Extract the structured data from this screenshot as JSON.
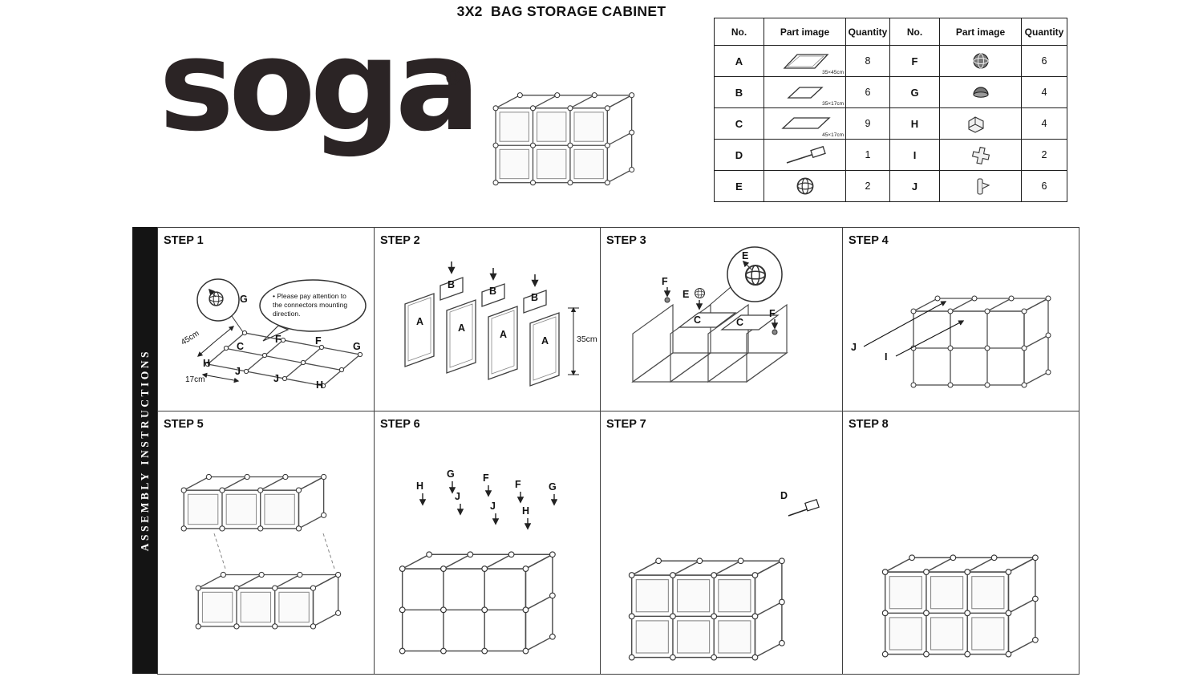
{
  "header": {
    "title": "3X2  BAG STORAGE CABINET",
    "logo_text": "soga",
    "registered_mark": "®"
  },
  "parts_table": {
    "col_headers": [
      "No.",
      "Part image",
      "Quantity",
      "No.",
      "Part image",
      "Quantity"
    ],
    "rows": [
      {
        "no_left": "A",
        "img_left": "large-side-panel",
        "dim_left": "35×45cm",
        "qty_left": "8",
        "no_right": "F",
        "img_right": "ball-connector",
        "qty_right": "6"
      },
      {
        "no_left": "B",
        "img_left": "medium-panel",
        "dim_left": "35×17cm",
        "qty_left": "6",
        "no_right": "G",
        "img_right": "dome-connector",
        "qty_right": "4"
      },
      {
        "no_left": "C",
        "img_left": "wide-shelf-panel",
        "dim_left": "45×17cm",
        "qty_left": "9",
        "no_right": "H",
        "img_right": "corner-connector",
        "qty_right": "4"
      },
      {
        "no_left": "D",
        "img_left": "mallet",
        "qty_left": "1",
        "no_right": "I",
        "img_right": "cross-connector",
        "qty_right": "2"
      },
      {
        "no_left": "E",
        "img_left": "sphere-connector",
        "qty_left": "2",
        "no_right": "J",
        "img_right": "clip-connector",
        "qty_right": "6"
      }
    ]
  },
  "sidebar": {
    "label": "ASSEMBLY INSTRUCTIONS"
  },
  "steps": [
    {
      "label": "STEP 1",
      "magnifier_label": "G",
      "note": "• Please pay attention to the connectors mounting direction.",
      "rail_labels": [
        "C",
        "F",
        "F",
        "G"
      ],
      "front_labels": [
        "H",
        "J",
        "J",
        "H"
      ],
      "dim_depth": "45cm",
      "dim_front": "17cm"
    },
    {
      "label": "STEP 2",
      "a_labels": [
        "A",
        "A",
        "A",
        "A"
      ],
      "b_labels": [
        "B",
        "B",
        "B"
      ],
      "dim_height": "35cm"
    },
    {
      "label": "STEP 3",
      "magnifier_label": "E",
      "callouts": {
        "f_top": "F",
        "e": "E",
        "f_right": "F",
        "c_left": "C",
        "c_right": "C"
      }
    },
    {
      "label": "STEP 4",
      "callouts": {
        "j": "J",
        "i": "I"
      }
    },
    {
      "label": "STEP 5"
    },
    {
      "label": "STEP 6",
      "top_labels": [
        "H",
        "G",
        "J",
        "F",
        "J",
        "F",
        "H",
        "G"
      ]
    },
    {
      "label": "STEP 7",
      "callouts": {
        "d": "D"
      }
    },
    {
      "label": "STEP 8"
    }
  ]
}
